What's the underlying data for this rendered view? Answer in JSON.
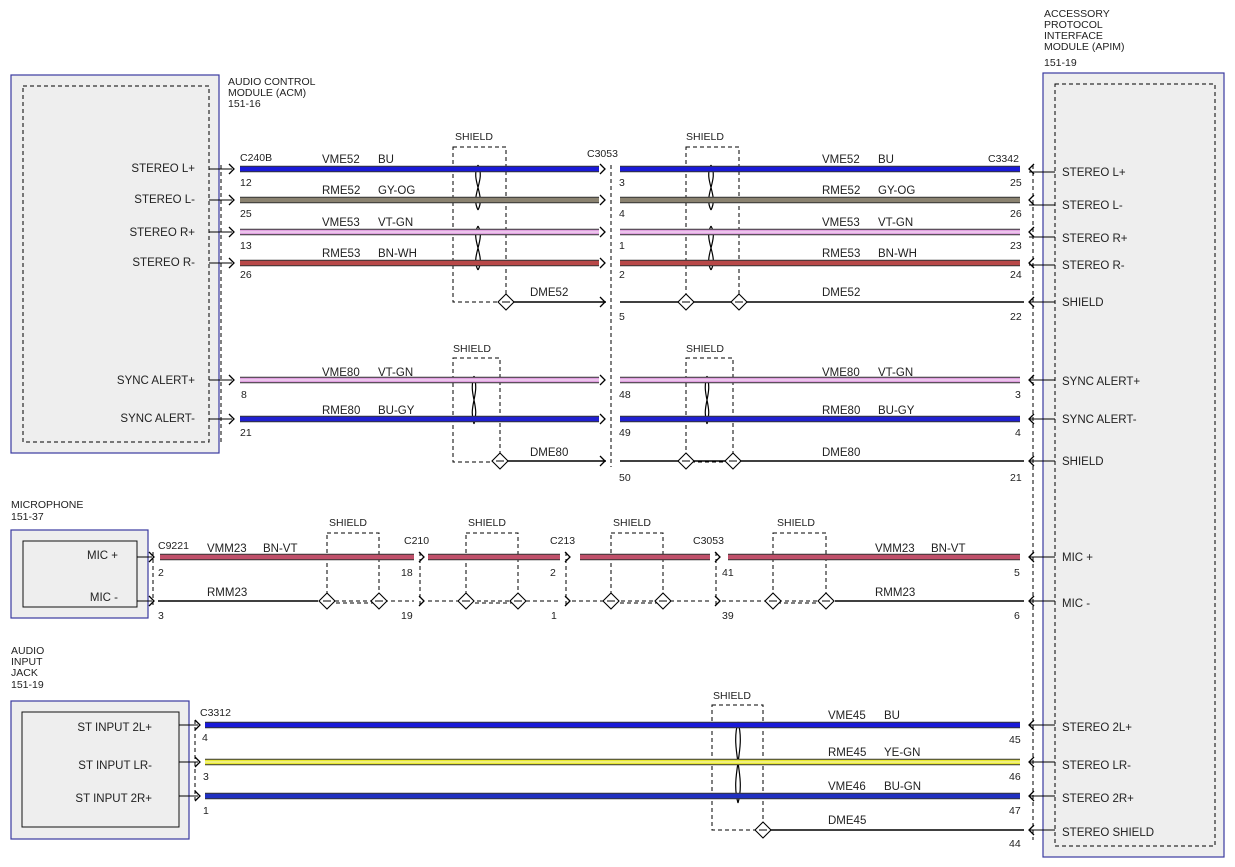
{
  "modules": {
    "apim": {
      "name": "ACCESSORY PROTOCOL INTERFACE MODULE (APIM)",
      "name_lines": [
        "ACCESSORY",
        "PROTOCOL",
        "INTERFACE",
        "MODULE (APIM)"
      ],
      "ref": "151-19"
    },
    "acm": {
      "name_lines": [
        "AUDIO CONTROL",
        "MODULE (ACM)"
      ],
      "ref": "151-16"
    },
    "microphone": {
      "name_lines": [
        "MICROPHONE"
      ],
      "ref": "151-37"
    },
    "audio_jack": {
      "name_lines": [
        "AUDIO",
        "INPUT",
        "JACK"
      ],
      "ref": "151-19"
    }
  },
  "acm_pins": [
    "STEREO L+",
    "STEREO L-",
    "STEREO R+",
    "STEREO R-",
    "SYNC ALERT+",
    "SYNC ALERT-"
  ],
  "apim_pins": [
    "STEREO L+",
    "STEREO L-",
    "STEREO R+",
    "STEREO R-",
    "SHIELD",
    "SYNC ALERT+",
    "SYNC ALERT-",
    "SHIELD",
    "MIC +",
    "MIC -",
    "STEREO 2L+",
    "STEREO LR-",
    "STEREO 2R+",
    "STEREO SHIELD"
  ],
  "mic_pins": [
    "MIC +",
    "MIC -"
  ],
  "jack_pins": [
    "ST INPUT 2L+",
    "ST INPUT LR-",
    "ST INPUT 2R+"
  ],
  "connectors": [
    "C240B",
    "C3053",
    "C3342",
    "C9221",
    "C210",
    "C213",
    "C3053",
    "C3312"
  ],
  "shield_label": "SHIELD",
  "colors": {
    "BU": "#1a1ad8",
    "GY-OG": "#8a8270",
    "VT-GN": "#e0a0e0",
    "BN-WH": "#b84848",
    "BU-GY": "#2020d0",
    "BN-VT": "#c0506a",
    "YE-GN": "#e8e830",
    "BU-GN": "#2030c0",
    "drain": "#000000"
  },
  "wires": [
    {
      "circuit": "VME52",
      "color": "BU",
      "pins": [
        "12",
        "3",
        "25"
      ]
    },
    {
      "circuit": "RME52",
      "color": "GY-OG",
      "pins": [
        "25",
        "4",
        "26"
      ]
    },
    {
      "circuit": "VME53",
      "color": "VT-GN",
      "pins": [
        "13",
        "1",
        "23"
      ]
    },
    {
      "circuit": "RME53",
      "color": "BN-WH",
      "pins": [
        "26",
        "2",
        "24"
      ]
    },
    {
      "circuit": "DME52",
      "color": "",
      "pins": [
        "5",
        "22"
      ]
    },
    {
      "circuit": "VME80",
      "color": "VT-GN",
      "pins": [
        "8",
        "48",
        "3"
      ]
    },
    {
      "circuit": "RME80",
      "color": "BU-GY",
      "pins": [
        "21",
        "49",
        "4"
      ]
    },
    {
      "circuit": "DME80",
      "color": "",
      "pins": [
        "50",
        "21"
      ]
    },
    {
      "circuit": "VMM23",
      "color": "BN-VT",
      "pins": [
        "2",
        "18",
        "2",
        "41",
        "5"
      ]
    },
    {
      "circuit": "RMM23",
      "color": "",
      "pins": [
        "3",
        "19",
        "1",
        "39",
        "6"
      ]
    },
    {
      "circuit": "VME45",
      "color": "BU",
      "pins": [
        "4",
        "45"
      ]
    },
    {
      "circuit": "RME45",
      "color": "YE-GN",
      "pins": [
        "3",
        "46"
      ]
    },
    {
      "circuit": "VME46",
      "color": "BU-GN",
      "pins": [
        "1",
        "47"
      ]
    },
    {
      "circuit": "DME45",
      "color": "",
      "pins": [
        "44"
      ]
    }
  ]
}
